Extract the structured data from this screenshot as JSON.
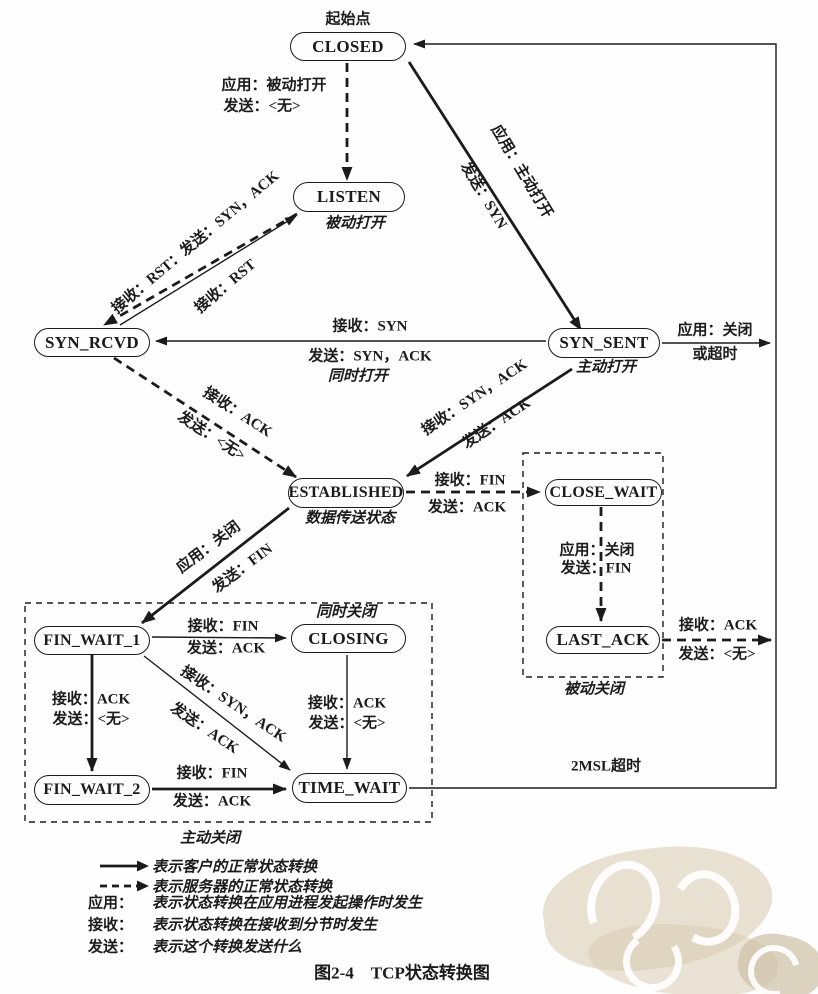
{
  "figure": {
    "caption": "图2-4　TCP状态转换图"
  },
  "colors": {
    "ink": "#1b1b1b",
    "watermark": "#d8ccb2"
  },
  "states": {
    "closed": "CLOSED",
    "listen": "LISTEN",
    "syn_rcvd": "SYN_RCVD",
    "syn_sent": "SYN_SENT",
    "established": "ESTABLISHED",
    "close_wait": "CLOSE_WAIT",
    "last_ack": "LAST_ACK",
    "fin_wait_1": "FIN_WAIT_1",
    "closing": "CLOSING",
    "fin_wait_2": "FIN_WAIT_2",
    "time_wait": "TIME_WAIT"
  },
  "annotations": {
    "start_point": "起始点",
    "passive_open": "被动打开",
    "active_open": "主动打开",
    "data_transfer": "数据传送状态",
    "simultaneous_open": "同时打开",
    "simultaneous_close": "同时关闭",
    "passive_close": "被动关闭",
    "active_close": "主动关闭"
  },
  "transitions": {
    "closed_listen": {
      "line1": "应用：被动打开",
      "line2": "发送：<无>"
    },
    "closed_synsent": {
      "line1": "应用：主动打开",
      "line2": "发送：SYN"
    },
    "listen_synrcvd": {
      "line1": "接收：RST：发送：SYN，ACK"
    },
    "synrcvd_listen": {
      "line1": "接收：RST"
    },
    "synsent_synrcvd": {
      "line1": "接收：SYN",
      "line2": "发送：SYN，ACK"
    },
    "synrcvd_established": {
      "line1": "接收：ACK",
      "line2": "发送：<无>"
    },
    "synsent_established": {
      "line1": "接收：SYN，ACK",
      "line2": "发送：ACK"
    },
    "established_closewait": {
      "line1": "接收：FIN",
      "line2": "发送：ACK"
    },
    "closewait_lastack": {
      "line1": "应用：关闭",
      "line2": "发送：FIN"
    },
    "lastack_closed": {
      "line1": "接收：ACK",
      "line2": "发送：<无>"
    },
    "established_finwait1": {
      "line1": "应用：关闭",
      "line2": "发送：FIN"
    },
    "finwait1_closing": {
      "line1": "接收：FIN",
      "line2": "发送：ACK"
    },
    "finwait1_finwait2": {
      "line1": "接收：ACK",
      "line2": "发送：<无>"
    },
    "finwait1_timewait": {
      "line1": "接收：SYN，ACK",
      "line2": "发送：ACK"
    },
    "closing_timewait": {
      "line1": "接收：ACK",
      "line2": "发送：<无>"
    },
    "finwait2_timewait": {
      "line1": "接收：FIN",
      "line2": "发送：ACK"
    },
    "synsent_closed": {
      "line1": "应用：关闭",
      "line2": "或超时"
    },
    "timewait_closed": {
      "line1": "2MSL超时"
    }
  },
  "legend": {
    "client_line": "表示客户的正常状态转换",
    "server_line": "表示服务器的正常状态转换",
    "appl_term": "应用：",
    "appl_desc": "表示状态转换在应用进程发起操作时发生",
    "recv_term": "接收：",
    "recv_desc": "表示状态转换在接收到分节时发生",
    "send_term": "发送：",
    "send_desc": "表示这个转换发送什么"
  }
}
